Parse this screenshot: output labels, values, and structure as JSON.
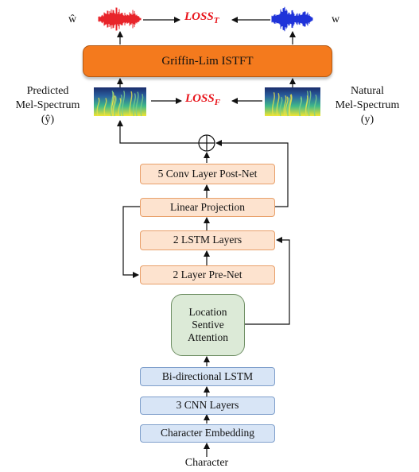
{
  "title": "",
  "labels": {
    "w_hat": "ŵ",
    "w": "w",
    "loss_t": "LOSS",
    "loss_t_sub": "T",
    "loss_f": "LOSS",
    "loss_f_sub": "F",
    "predicted": "Predicted",
    "predicted_mel": "Mel-Spectrum",
    "predicted_sym": "(ŷ)",
    "natural": "Natural",
    "natural_mel": "Mel-Spectrum",
    "natural_sym": "(y)",
    "input": "Character"
  },
  "blocks": {
    "griffin_lim": "Griffin-Lim ISTFT",
    "postnet": "5 Conv Layer Post-Net",
    "linear_projection": "Linear Projection",
    "lstm": "2 LSTM Layers",
    "prenet": "2 Layer Pre-Net",
    "attention_1": "Location",
    "attention_2": "Sentive",
    "attention_3": "Attention",
    "bilstm": "Bi-directional LSTM",
    "cnn": "3 CNN Layers",
    "embedding": "Character Embedding"
  },
  "colors": {
    "predicted_wave": "#e8242a",
    "natural_wave": "#1f33d9",
    "loss": "#e8141b",
    "decoder_fill": "#fde3cf",
    "encoder_fill": "#d8e5f6",
    "attention_fill": "#dcead7",
    "vocoder_fill": "#f47a1d"
  },
  "icons": [
    "predicted-waveform-icon",
    "natural-waveform-icon",
    "predicted-spectrogram-icon",
    "natural-spectrogram-icon",
    "sum-icon"
  ]
}
